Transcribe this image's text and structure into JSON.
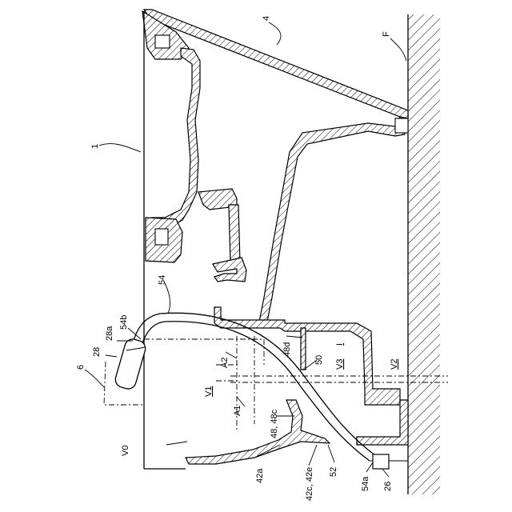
{
  "figure": {
    "labels": {
      "l1": "1",
      "l4": "4",
      "lF": "F",
      "l6": "6",
      "l28": "28",
      "l28a": "28a",
      "l54b": "54b",
      "l54": "54",
      "lA2": "A2",
      "lA1": "A1",
      "lV1": "V1",
      "lV0": "V0",
      "l48d": "48d",
      "l50": "50",
      "lV3": "V3",
      "lI": "I",
      "lV2": "V2",
      "l48": "48, 48c",
      "l42a": "42a",
      "l42c": "42c, 42e",
      "l52": "52",
      "l54a": "54a",
      "l26": "26"
    }
  }
}
